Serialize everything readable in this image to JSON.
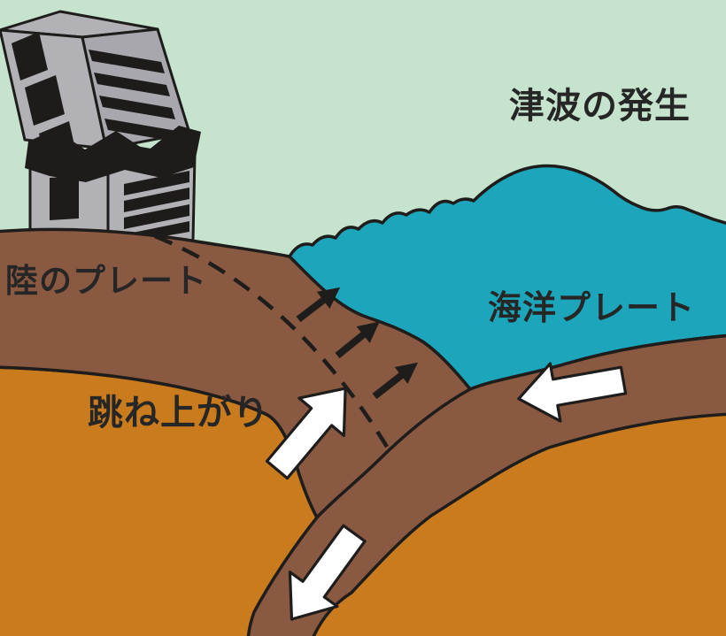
{
  "diagram": {
    "title": "津波の発生",
    "labels": {
      "land_plate": "陸のプレート",
      "ocean_plate": "海洋プレート",
      "uplift": "跳ね上がり"
    },
    "arrows": {
      "uplift_small": "three black arrows pointing up-right along the fault",
      "rebound": "white arrow pointing up-right at plate edge",
      "plate_motion": "white arrow pointing left on oceanic plate",
      "subduction": "white arrow pointing down-left on subducting slab"
    },
    "colors": {
      "sky": "#C6E3CD",
      "water": "#1DA5BB",
      "plate_brown": "#8A5942",
      "mantle_orange": "#C97B1E",
      "outline": "#1F1D1B",
      "building_gray": "#B2B1B6",
      "building_gray_dark": "#A8A7AD",
      "window_black": "#1E1C1A",
      "arrow_white": "#FFFFFF",
      "text": "#262626"
    }
  }
}
